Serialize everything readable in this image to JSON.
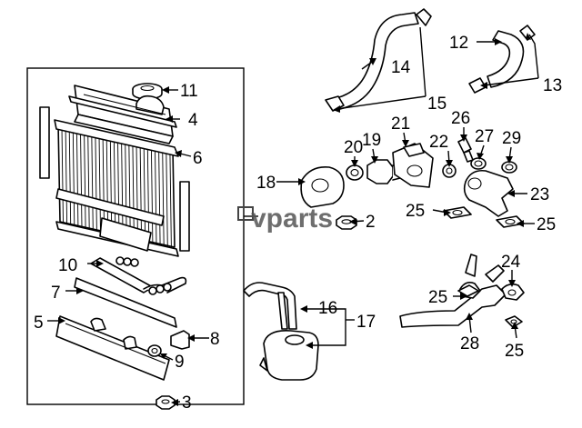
{
  "watermark": "vparts",
  "callouts": {
    "c2": "2",
    "c3": "3",
    "c4": "4",
    "c5": "5",
    "c6": "6",
    "c7": "7",
    "c8": "8",
    "c9": "9",
    "c10": "10",
    "c11": "11",
    "c12": "12",
    "c13": "13",
    "c14": "14",
    "c15": "15",
    "c16": "16",
    "c17": "17",
    "c18": "18",
    "c19": "19",
    "c20": "20",
    "c21": "21",
    "c22": "22",
    "c23": "23",
    "c24": "24",
    "c25a": "25",
    "c25b": "25",
    "c25c": "25",
    "c25d": "25",
    "c26": "26",
    "c27": "27",
    "c28": "28",
    "c29": "29"
  }
}
